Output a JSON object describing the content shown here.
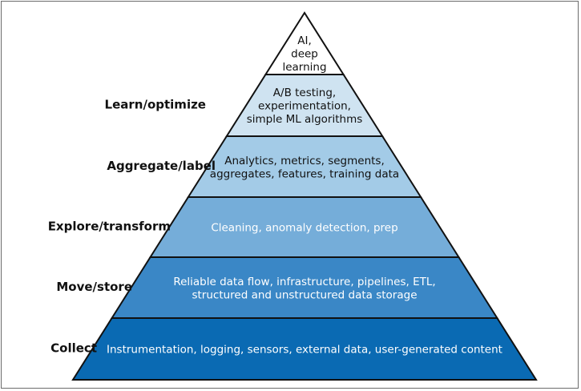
{
  "pyramid": {
    "tiers": [
      {
        "side_label": "",
        "lines": [
          "AI,",
          "deep",
          "learning"
        ],
        "fill": "#ffffff",
        "text_color": "#111111"
      },
      {
        "side_label": "Learn/optimize",
        "lines": [
          "A/B testing,",
          "experimentation,",
          "simple ML algorithms"
        ],
        "fill": "#cfe3f1",
        "text_color": "#111111"
      },
      {
        "side_label": "Aggregate/label",
        "lines": [
          "Analytics, metrics, segments,",
          "aggregates, features, training data"
        ],
        "fill": "#a3cbe7",
        "text_color": "#111111"
      },
      {
        "side_label": "Explore/transform",
        "lines": [
          "Cleaning, anomaly detection, prep"
        ],
        "fill": "#75add9",
        "text_color": "#ffffff"
      },
      {
        "side_label": "Move/store",
        "lines": [
          "Reliable data flow, infrastructure, pipelines, ETL,",
          "structured and unstructured data storage"
        ],
        "fill": "#3a87c6",
        "text_color": "#ffffff"
      },
      {
        "side_label": "Collect",
        "lines": [
          "Instrumentation, logging, sensors, external data, user-generated content"
        ],
        "fill": "#0a6ab3",
        "text_color": "#ffffff"
      }
    ],
    "outline_color": "#111111"
  }
}
